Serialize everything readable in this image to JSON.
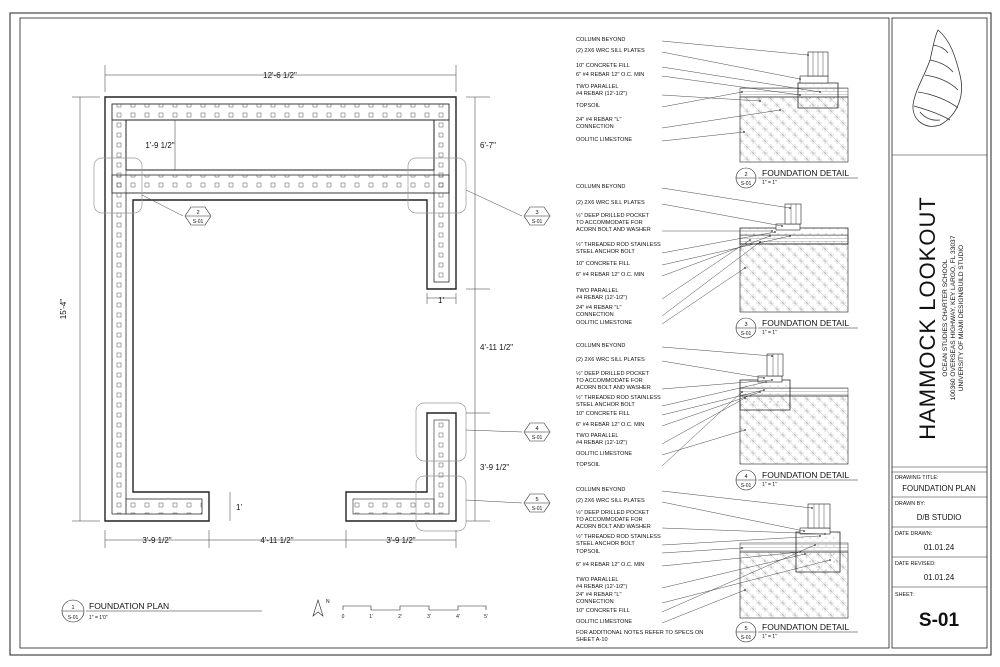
{
  "title_block": {
    "project": "HAMMOCK LOOKOUT",
    "client": "OCEAN STUDIES CHARTER SCHOOL",
    "address": "100360 OVERSEAS HIGHWAY, KEY LARGO, FL 33037",
    "studio": "UNIVERSITY OF MIAMI DESIGN/BUILD STUDIO",
    "drawing_title_label": "DRAWING TITLE:",
    "drawing_title": "FOUNDATION PLAN",
    "drawn_by_label": "DRAWN BY:",
    "drawn_by": "D/B STUDIO",
    "date_drawn_label": "DATE DRAWN:",
    "date_drawn": "01.01.24",
    "date_revised_label": "DATE REVISED:",
    "date_revised": "01.01.24",
    "sheet_label": "SHEET:",
    "sheet": "S-01"
  },
  "plan": {
    "title": "FOUNDATION PLAN",
    "number": "1",
    "sheet_ref": "S-01",
    "scale": "1\" = 1'0\"",
    "dims": {
      "top": "12'-6 1/2\"",
      "left": "15'-4\"",
      "inner": "1'-9 1/2\"",
      "right_upper": "6'-7\"",
      "right_middle": "4'-11 1/2\"",
      "right_lower": "3'-9 1/2\"",
      "one_right": "1'",
      "one_left": "1'",
      "bottom_left": "3'-9 1/2\"",
      "bottom_mid": "4'-11 1/2\"",
      "bottom_right": "3'-9 1/2\""
    },
    "callouts": [
      {
        "num": "2",
        "ref": "S-01"
      },
      {
        "num": "3",
        "ref": "S-01"
      },
      {
        "num": "4",
        "ref": "S-01"
      },
      {
        "num": "5",
        "ref": "S-01"
      }
    ],
    "north": "N",
    "scale_bar": [
      "0",
      "1'",
      "2'",
      "3'",
      "4'",
      "5'"
    ]
  },
  "details": [
    {
      "num": "2",
      "ref": "S-01",
      "title": "FOUNDATION DETAIL",
      "scale": "1\" = 1\"",
      "labels": [
        [
          "COLUMN BEYOND"
        ],
        [
          "(2) 2X6 WRC SILL PLATES"
        ],
        [
          "10\" CONCRETE FILL"
        ],
        [
          "6\" #4 REBAR 12\" O.C. MIN"
        ],
        [
          "TWO PARALLEL",
          "#4 REBAR (12'-1/2\")"
        ],
        [
          "TOPSOIL"
        ],
        [
          "24\" #4 REBAR \"L\"",
          "CONNECTION"
        ],
        [
          "OOLITIC LIMESTONE"
        ]
      ]
    },
    {
      "num": "3",
      "ref": "S-01",
      "title": "FOUNDATION DETAIL",
      "scale": "1\" = 1\"",
      "labels": [
        [
          "COLUMN BEYOND"
        ],
        [
          "(2) 2X6 WRC SILL PLATES"
        ],
        [
          "½\" DEEP DRILLED POCKET",
          "TO ACCOMMODATE FOR",
          "ACORN BOLT AND WASHER"
        ],
        [
          "½\" THREADED ROD STAINLESS",
          "STEEL ANCHOR BOLT"
        ],
        [
          "10\" CONCRETE FILL"
        ],
        [
          "6\" #4 REBAR 12\" O.C. MIN"
        ],
        [
          "TWO PARALLEL",
          "#4 REBAR (12'-1/2\")"
        ],
        [
          "24\" #4 REBAR \"L\"",
          "CONNECTION"
        ],
        [
          "OOLITIC LIMESTONE"
        ]
      ]
    },
    {
      "num": "4",
      "ref": "S-01",
      "title": "FOUNDATION DETAIL",
      "scale": "1\" = 1\"",
      "labels": [
        [
          "COLUMN BEYOND"
        ],
        [
          "(2) 2X6 WRC SILL PLATES"
        ],
        [
          "½\" DEEP DRILLED POCKET",
          "TO ACCOMMODATE FOR",
          "ACORN BOLT AND WASHER"
        ],
        [
          "½\" THREADED ROD STAINLESS",
          "STEEL ANCHOR BOLT"
        ],
        [
          "10\" CONCRETE FILL"
        ],
        [
          "6\" #4 REBAR 12\" O.C. MIN"
        ],
        [
          "TWO PARALLEL",
          "#4 REBAR (12'-1/2\")"
        ],
        [
          "OOLITIC LIMESTONE"
        ],
        [
          "TOPSOIL"
        ]
      ]
    },
    {
      "num": "5",
      "ref": "S-01",
      "title": "FOUNDATION DETAIL",
      "scale": "1\" = 1\"",
      "labels": [
        [
          "COLUMN BEYOND"
        ],
        [
          "(2) 2X6 WRC SILL PLATES"
        ],
        [
          "½\" DEEP DRILLED POCKET",
          "TO ACCOMMODATE FOR",
          "ACORN BOLT AND WASHER"
        ],
        [
          "½\" THREADED ROD STAINLESS",
          "STEEL ANCHOR BOLT"
        ],
        [
          "TOPSOIL"
        ],
        [
          "6\" #4 REBAR 12\" O.C. MIN"
        ],
        [
          "TWO PARALLEL",
          "#4 REBAR (12'-1/2\")"
        ],
        [
          "24\" #4 REBAR \"L\"",
          "CONNECTION"
        ],
        [
          "10\" CONCRETE FILL"
        ],
        [
          "OOLITIC LIMESTONE"
        ]
      ]
    }
  ],
  "note": [
    "FOR ADDITIONAL NOTES REFER TO SPECS ON",
    "SHEET A-10"
  ]
}
